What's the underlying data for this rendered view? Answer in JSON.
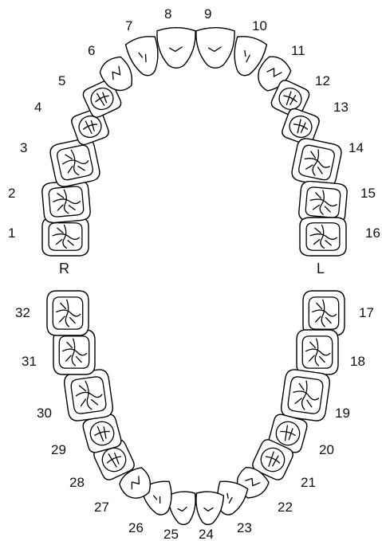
{
  "side_labels": {
    "right": "R",
    "left": "L"
  },
  "colors": {
    "stroke": "#000000",
    "background": "#ffffff"
  },
  "teeth": [
    {
      "number": "1",
      "type": "molar"
    },
    {
      "number": "2",
      "type": "molar"
    },
    {
      "number": "3",
      "type": "molar"
    },
    {
      "number": "4",
      "type": "premolar"
    },
    {
      "number": "5",
      "type": "premolar"
    },
    {
      "number": "6",
      "type": "canine"
    },
    {
      "number": "7",
      "type": "lateral-incisor"
    },
    {
      "number": "8",
      "type": "central-incisor"
    },
    {
      "number": "9",
      "type": "central-incisor"
    },
    {
      "number": "10",
      "type": "lateral-incisor"
    },
    {
      "number": "11",
      "type": "canine"
    },
    {
      "number": "12",
      "type": "premolar"
    },
    {
      "number": "13",
      "type": "premolar"
    },
    {
      "number": "14",
      "type": "molar"
    },
    {
      "number": "15",
      "type": "molar"
    },
    {
      "number": "16",
      "type": "molar"
    },
    {
      "number": "17",
      "type": "molar"
    },
    {
      "number": "18",
      "type": "molar"
    },
    {
      "number": "19",
      "type": "molar"
    },
    {
      "number": "20",
      "type": "premolar"
    },
    {
      "number": "21",
      "type": "premolar"
    },
    {
      "number": "22",
      "type": "canine"
    },
    {
      "number": "23",
      "type": "lateral-incisor"
    },
    {
      "number": "24",
      "type": "central-incisor"
    },
    {
      "number": "25",
      "type": "central-incisor"
    },
    {
      "number": "26",
      "type": "lateral-incisor"
    },
    {
      "number": "27",
      "type": "canine"
    },
    {
      "number": "28",
      "type": "premolar"
    },
    {
      "number": "29",
      "type": "premolar"
    },
    {
      "number": "30",
      "type": "molar"
    },
    {
      "number": "31",
      "type": "molar"
    },
    {
      "number": "32",
      "type": "molar"
    }
  ]
}
